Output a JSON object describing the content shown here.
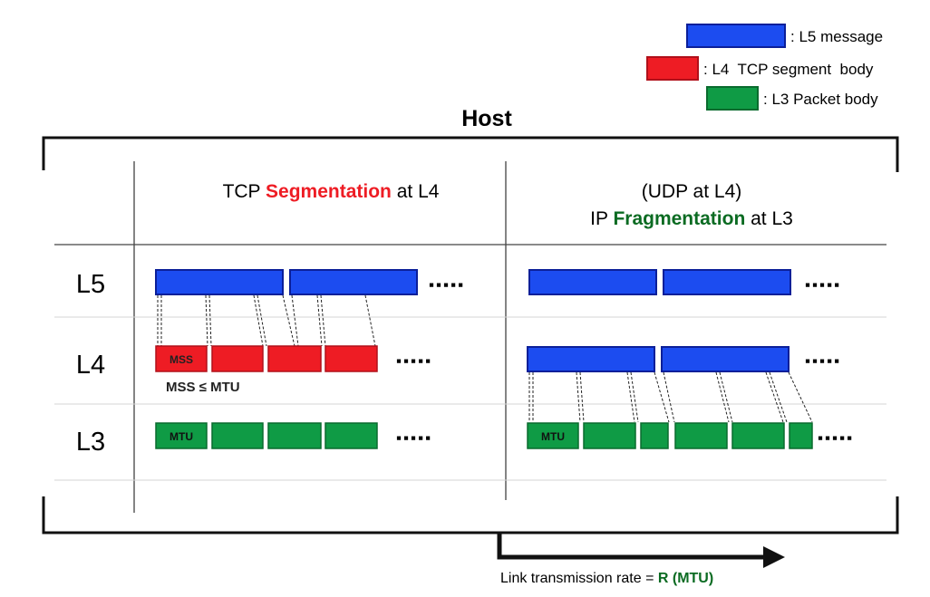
{
  "legend": [
    {
      "label": ": L5 message",
      "color": "#1c4cf0"
    },
    {
      "label": ": L4  TCP segment  body",
      "color": "#ee1c24"
    },
    {
      "label": ": L3 Packet body",
      "color": "#0f9b45"
    }
  ],
  "host_title": "Host",
  "left_header": {
    "prefix": "TCP ",
    "highlight": "Segmentation",
    "suffix": " at L4",
    "highlight_color": "#ee1c24"
  },
  "right_header": {
    "line1": "(UDP at L4)",
    "prefix": "IP ",
    "highlight": "Fragmentation",
    "suffix": " at L3",
    "highlight_color": "#0b6b22"
  },
  "layers": [
    "L5",
    "L4",
    "L3"
  ],
  "mss_label": "MSS",
  "mss_constraint": "MSS ≤ MTU",
  "mtu_label": "MTU",
  "ellipsis": "▪▪▪▪▪",
  "link_rate": {
    "prefix": "Link transmission rate = ",
    "highlight": "R (MTU)",
    "highlight_color": "#0b6b22"
  },
  "colors": {
    "blue": "#1c4cf0",
    "blue_stroke": "#0b1f99",
    "red": "#ee1c24",
    "red_stroke": "#b0101a",
    "green": "#0f9b45",
    "green_stroke": "#0a6b2e"
  }
}
